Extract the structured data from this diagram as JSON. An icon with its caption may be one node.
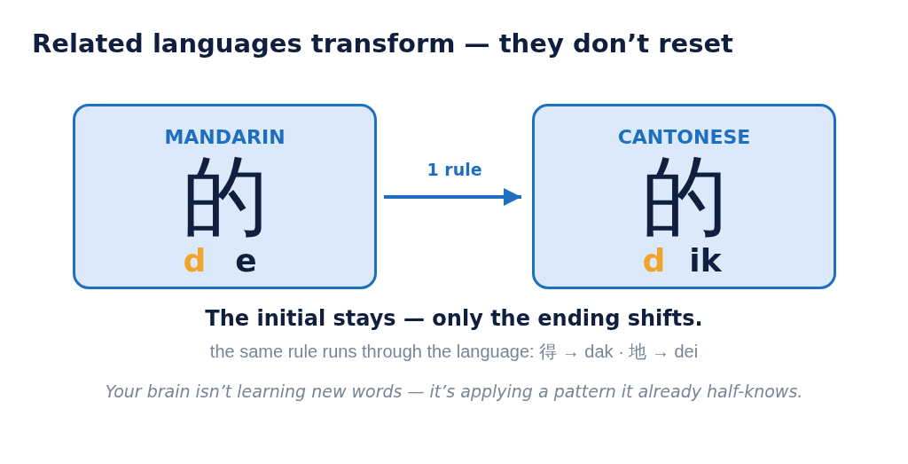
{
  "diagram": {
    "title": "Related languages transform — they don’t reset",
    "nodes": [
      {
        "text": [
          "MANDARIN",
          "的",
          "d",
          "e"
        ]
      },
      {
        "text": [
          "CANTONESE",
          "的",
          "d",
          "ik"
        ]
      }
    ],
    "edges": [
      {
        "from": 0,
        "to": 1,
        "arrow": "to",
        "label": "1 rule"
      }
    ],
    "labels": [
      "The initial stays — only the ending shifts.",
      "the same rule runs through the language:  得 → dak   ·   地 → dei",
      "Your brain isn’t learning new words — it’s applying a pattern it already half-knows."
    ]
  }
}
